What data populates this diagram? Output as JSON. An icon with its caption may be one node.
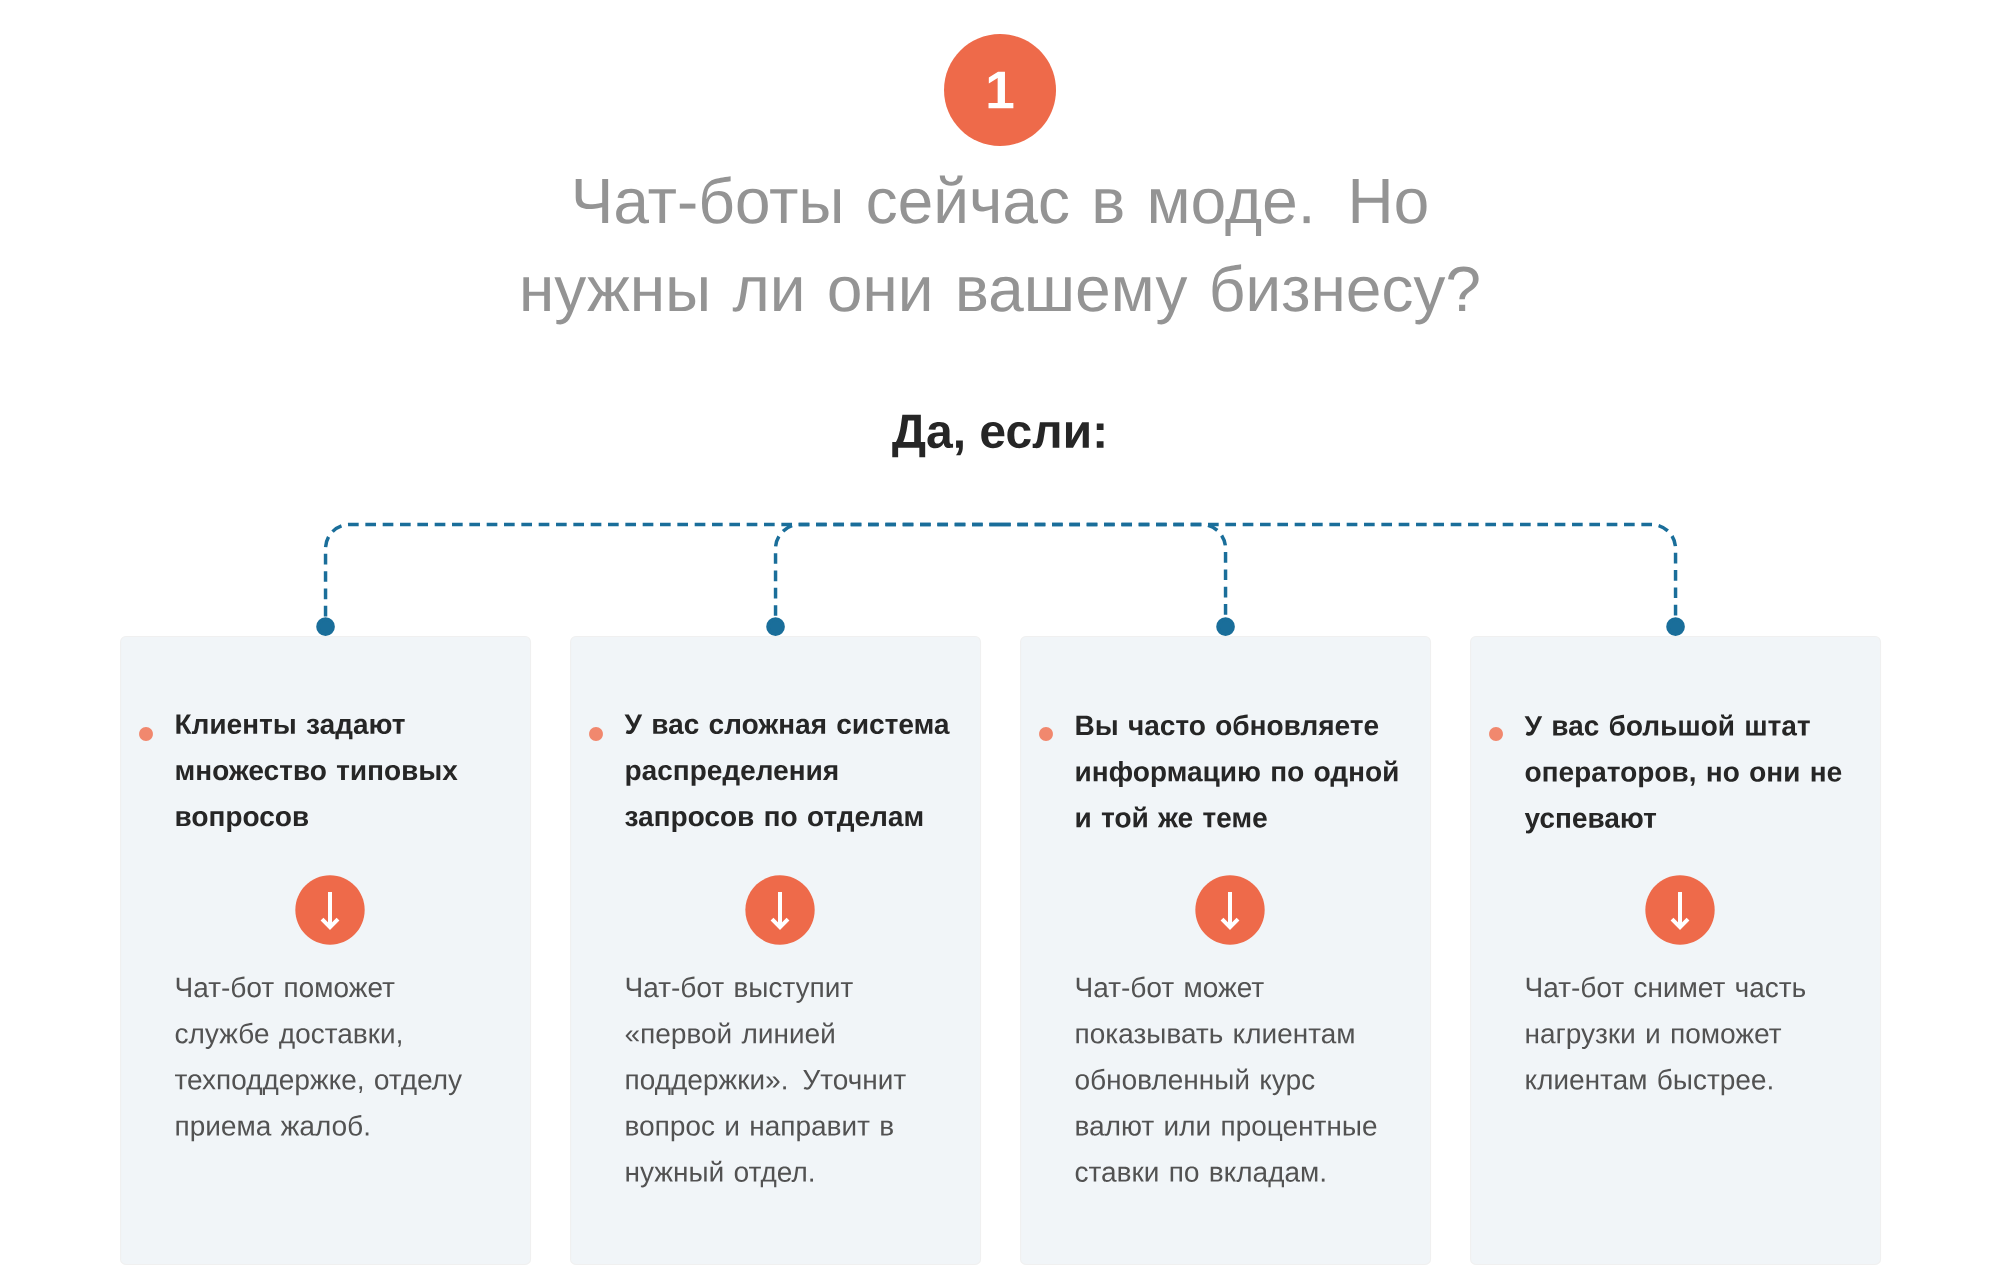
{
  "diagram": {
    "title": "Чат-боты сейчас в моде. Но нужны ли они вашему бизнесу?",
    "nodes": [
      {
        "text": [
          "1"
        ]
      },
      {
        "text": [
          "Да, если:"
        ]
      },
      {
        "text": [
          "Клиенты задают множество типовых вопросов",
          "Чат-бот поможет службе доставки, техподдержке, отделу приема жалоб."
        ]
      },
      {
        "text": [
          "У вас сложная система распределения запросов по отделам",
          "Чат-бот выступит «первой линией поддержки». Уточнит вопрос и направит в нужный отдел."
        ]
      },
      {
        "text": [
          "Вы часто обновляете информацию по одной и той же теме",
          "Чат-бот может показывать клиентам обновленный курс валют или процентные ставки по вкладам."
        ]
      },
      {
        "text": [
          "У вас большой штат операторов, но они не успевают",
          "Чат-бот снимет часть нагрузки и поможет клиентам быстрее."
        ]
      }
    ],
    "edges": [
      {
        "from": 1,
        "to": 2,
        "arrow": "other",
        "style": "dashed"
      },
      {
        "from": 1,
        "to": 3,
        "arrow": "other",
        "style": "dashed"
      },
      {
        "from": 1,
        "to": 4,
        "arrow": "other",
        "style": "dashed"
      },
      {
        "from": 1,
        "to": 5,
        "arrow": "other",
        "style": "dashed"
      }
    ]
  }
}
